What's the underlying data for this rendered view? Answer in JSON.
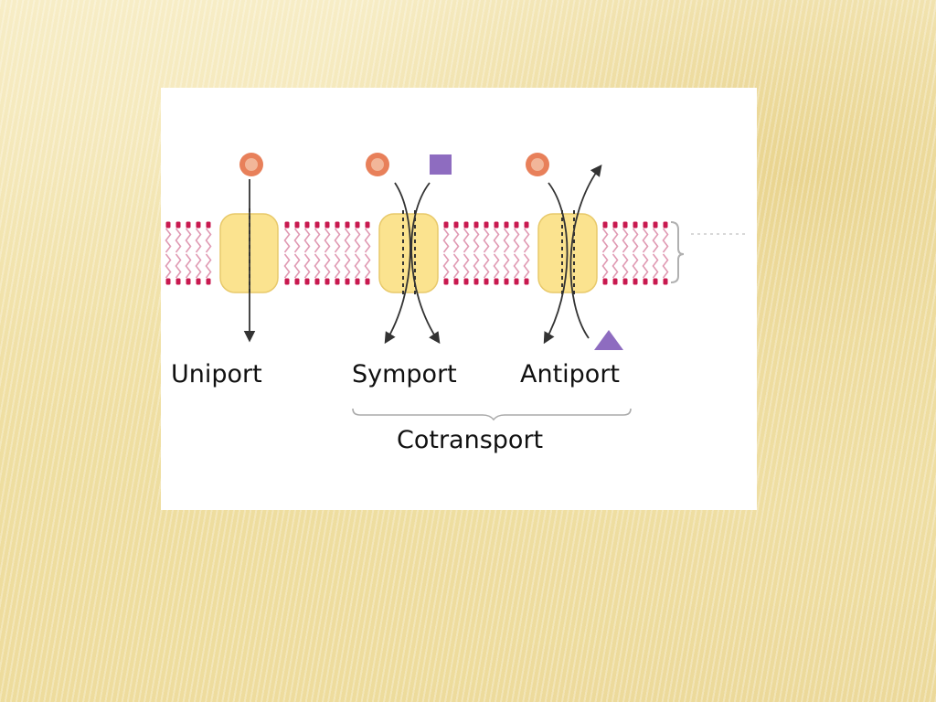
{
  "diagram": {
    "labels": {
      "uniport": "Uniport",
      "symport": "Symport",
      "antiport": "Antiport",
      "cotransport": "Cotransport"
    },
    "colors": {
      "slide_background": "#f3e6b4",
      "phospholipid_head": "#c8194f",
      "phospholipid_tail": "#e09ab3",
      "transport_protein": "#fbe38f",
      "circle_solute": "#e8805a",
      "square_solute": "#8e6cc0",
      "triangle_solute": "#8e6cc0",
      "arrow": "#333333"
    },
    "icons": [
      "circle-solute-icon",
      "square-solute-icon",
      "triangle-solute-icon"
    ]
  }
}
